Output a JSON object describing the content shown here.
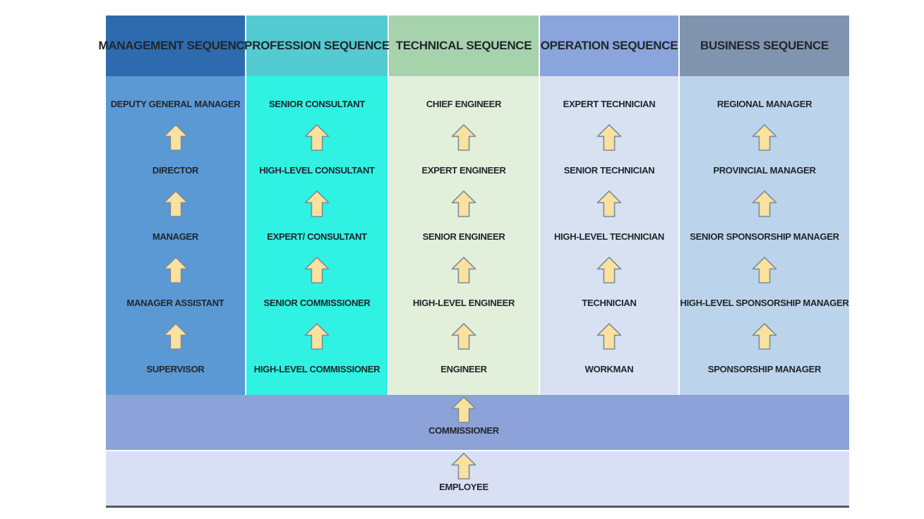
{
  "diagram": {
    "title": "career-promotion-sequences",
    "text_color": "#21262b",
    "bottom_border_color": "#55595e",
    "arrow": {
      "name": "up-arrow",
      "fill": "#fae19d",
      "stroke": "#7a8c9e"
    },
    "columns": [
      {
        "header": "MANAGEMENT SEQUENCE",
        "header_color": "#2e6bae",
        "body_color": "#5b99d5",
        "levels": [
          "DEPUTY GENERAL MANAGER",
          "DIRECTOR",
          "MANAGER",
          "MANAGER ASSISTANT",
          "SUPERVISOR"
        ]
      },
      {
        "header": "PROFESSION SEQUENCE",
        "header_color": "#53cbd0",
        "body_color": "#2ff2e3",
        "levels": [
          "SENIOR CONSULTANT",
          "HIGH-LEVEL CONSULTANT",
          "EXPERT/ CONSULTANT",
          "SENIOR COMMISSIONER",
          "HIGH-LEVEL COMMISSIONER"
        ]
      },
      {
        "header": "TECHNICAL SEQUENCE",
        "header_color": "#a6d2ac",
        "body_color": "#e2f0db",
        "levels": [
          "CHIEF ENGINEER",
          "EXPERT ENGINEER",
          "SENIOR ENGINEER",
          "HIGH-LEVEL ENGINEER",
          "ENGINEER"
        ]
      },
      {
        "header": "OPERATION SEQUENCE",
        "header_color": "#8aa5db",
        "body_color": "#d8e1f2",
        "levels": [
          "EXPERT TECHNICIAN",
          "SENIOR TECHNICIAN",
          "HIGH-LEVEL TECHNICIAN",
          "TECHNICIAN",
          "WORKMAN"
        ]
      },
      {
        "header": "BUSINESS SEQUENCE",
        "header_color": "#8094af",
        "body_color": "#bcd4eb",
        "levels": [
          "REGIONAL MANAGER",
          "PROVINCIAL MANAGER",
          "SENIOR SPONSORSHIP MANAGER",
          "HIGH-LEVEL SPONSORSHIP MANAGER",
          "SPONSORSHIP MANAGER"
        ]
      }
    ],
    "base_bands": [
      {
        "label": "COMMISSIONER",
        "color": "#8ca2d8"
      },
      {
        "label": "EMPLOYEE",
        "color": "#d9e0f4"
      }
    ]
  }
}
